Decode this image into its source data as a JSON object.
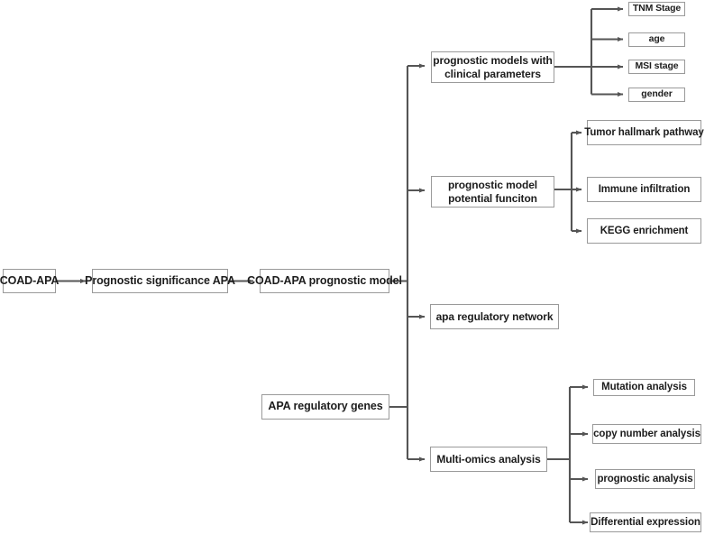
{
  "diagram": {
    "title": "COAD-APA prognostic study workflow",
    "type": "flowchart",
    "orientation": "left-to-right",
    "colors": {
      "box_border": "#9a9a9a",
      "box_fill": "#ffffff",
      "edge_stroke": "#555555",
      "text": "#1d1d1d"
    },
    "nodes": {
      "coad_apa": {
        "label": "COAD-APA"
      },
      "prognostic_significance": {
        "label": "Prognostic significance APA"
      },
      "prognostic_model": {
        "label": "COAD-APA prognostic model"
      },
      "apa_regulatory_genes": {
        "label": "APA regulatory genes"
      },
      "clinical_models": {
        "line1": "prognostic models with",
        "line2": "clinical parameters"
      },
      "model_function": {
        "line1": "prognostic model",
        "line2": "potential funciton"
      },
      "apa_network": {
        "label": "apa regulatory network"
      },
      "multi_omics": {
        "label": "Multi-omics analysis"
      },
      "tnm_stage": {
        "label": "TNM Stage"
      },
      "age": {
        "label": "age"
      },
      "msi_stage": {
        "label": "MSI stage"
      },
      "gender": {
        "label": "gender"
      },
      "tumor_hallmark": {
        "label": "Tumor hallmark pathway"
      },
      "immune_infiltration": {
        "label": "Immune infiltration"
      },
      "kegg_enrichment": {
        "label": "KEGG enrichment"
      },
      "mutation_analysis": {
        "label": "Mutation analysis"
      },
      "copy_number_analysis": {
        "label": "copy number analysis"
      },
      "prognostic_analysis": {
        "label": "prognostic analysis"
      },
      "differential_expression": {
        "label": "Differential expression"
      }
    }
  }
}
